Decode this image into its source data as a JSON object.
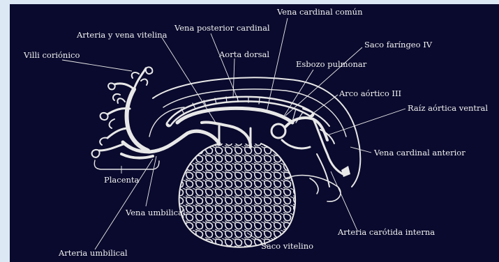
{
  "diagram": {
    "labels": {
      "vena_cardinal_comun": "Vena cardinal común",
      "arteria_vena_vitelina": "Arteria y vena vitelina",
      "vena_posterior_cardinal": "Vena posterior cardinal",
      "saco_faringeo": "Saco faríngeo IV",
      "villi_corionico": "Villi coriónico",
      "aorta_dorsal": "Aorta dorsal",
      "esbozo_pulmonar": "Esbozo pulmonar",
      "arco_aortico": "Arco aórtico III",
      "raiz_aortica": "Raíz aórtica ventral",
      "vena_cardinal_anterior": "Vena cardinal anterior",
      "placenta": "Placenta",
      "vena_umbilical": "Vena umbilical",
      "arteria_carotida": "Arteria carótida interna",
      "saco_vitelino": "Saco vitelino",
      "arteria_umbilical": "Arteria umbilical"
    },
    "colors": {
      "background": "#0a0a2e",
      "page": "#dce8f4",
      "ink": "#ececec"
    }
  }
}
